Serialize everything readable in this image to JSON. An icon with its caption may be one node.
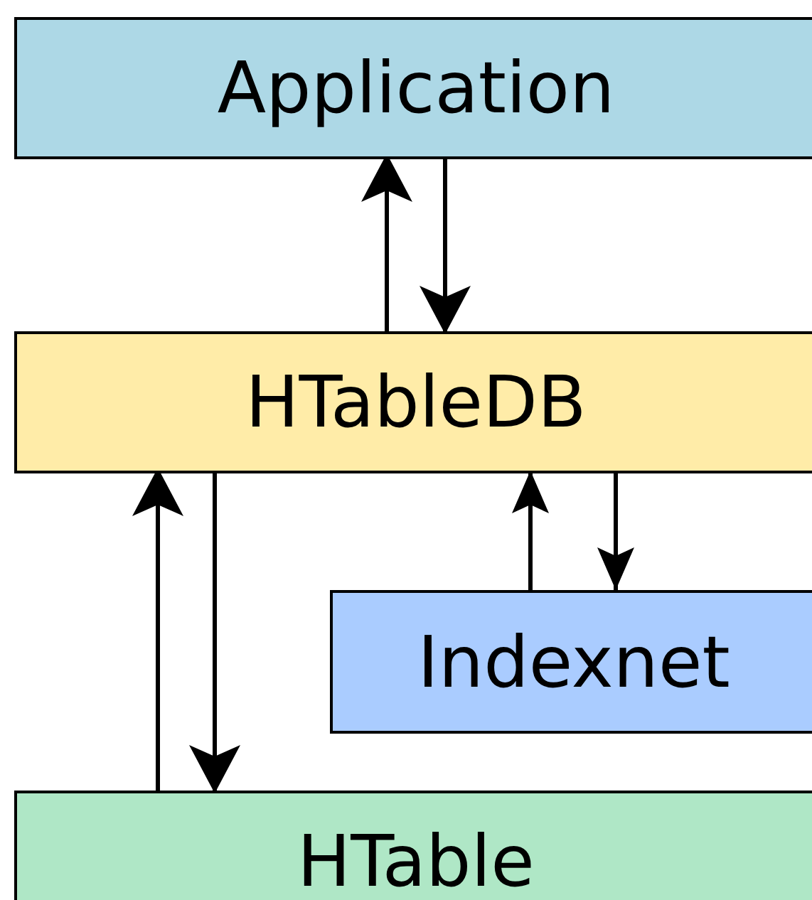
{
  "diagram": {
    "nodes": [
      {
        "text": [
          "Application"
        ]
      },
      {
        "text": [
          "HTableDB"
        ]
      },
      {
        "text": [
          "Indexnet"
        ]
      },
      {
        "text": [
          "HTable"
        ]
      }
    ],
    "edges": [
      {
        "from": 1,
        "to": 0,
        "arrow": "to"
      },
      {
        "from": 0,
        "to": 1,
        "arrow": "to"
      },
      {
        "from": 3,
        "to": 1,
        "arrow": "to"
      },
      {
        "from": 1,
        "to": 3,
        "arrow": "to"
      },
      {
        "from": 2,
        "to": 1,
        "arrow": "to"
      },
      {
        "from": 1,
        "to": 2,
        "arrow": "to"
      }
    ]
  }
}
